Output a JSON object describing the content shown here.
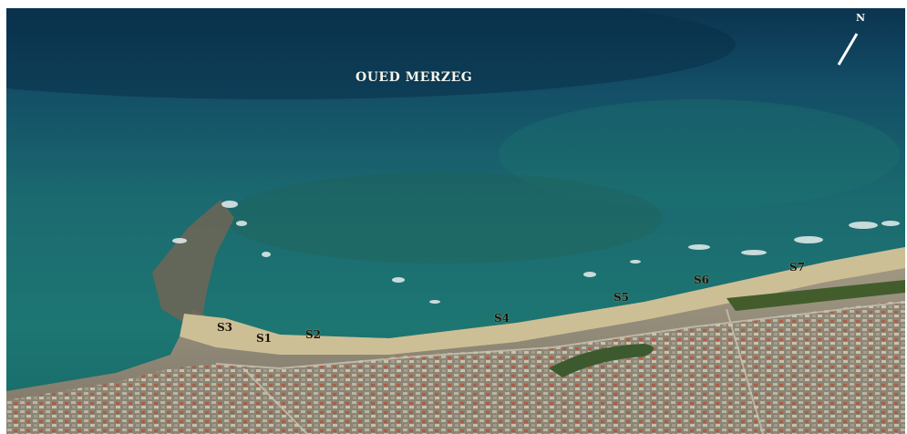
{
  "map": {
    "place_name": "OUED MERZEG",
    "north_label": "N",
    "sites": [
      {
        "id": "s3",
        "label": "S3"
      },
      {
        "id": "s1",
        "label": "S1"
      },
      {
        "id": "s2",
        "label": "S2"
      },
      {
        "id": "s4",
        "label": "S4"
      },
      {
        "id": "s5",
        "label": "S5"
      },
      {
        "id": "s6",
        "label": "S6"
      },
      {
        "id": "s7",
        "label": "S7"
      }
    ],
    "colors": {
      "deep_sea": "#0b3a55",
      "shallow_sea": "#1f7a78",
      "beach": "#cdbf95",
      "urban": "#8a8374",
      "vegetation": "#3f5a2a"
    }
  }
}
